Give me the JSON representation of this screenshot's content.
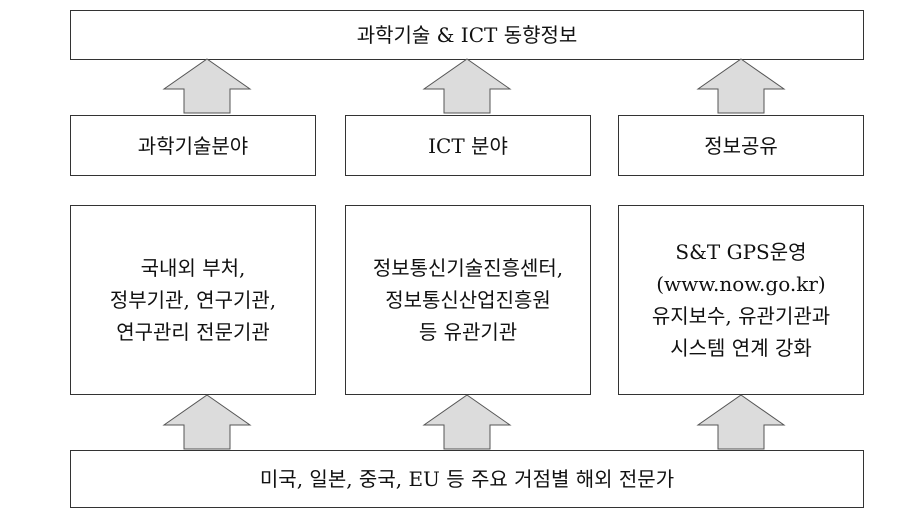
{
  "top": {
    "label": "과학기술 & ICT 동향정보"
  },
  "categories": [
    {
      "label": "과학기술분야"
    },
    {
      "label": "ICT 분야"
    },
    {
      "label": "정보공유"
    }
  ],
  "sources": [
    {
      "lines": [
        "국내외 부처,",
        "정부기관, 연구기관,",
        "연구관리 전문기관"
      ]
    },
    {
      "lines": [
        "정보통신기술진흥센터,",
        "정보통신산업진흥원",
        "등 유관기관"
      ]
    },
    {
      "lines": [
        "S&T GPS운영",
        "(www.now.go.kr)",
        "유지보수, 유관기관과",
        "시스템 연계 강화"
      ]
    }
  ],
  "bottom": {
    "label": "미국, 일본, 중국, EU 등 주요 거점별 해외 전문가"
  },
  "colors": {
    "border": "#333333",
    "arrow_fill": "#dcdcdc",
    "arrow_stroke": "#555555"
  }
}
